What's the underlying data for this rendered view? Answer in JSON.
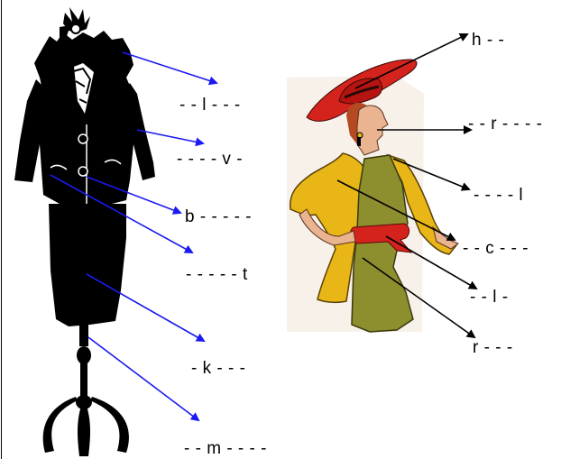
{
  "colors": {
    "suit_arrows": "#1a1af0",
    "woman_arrows": "#000000",
    "hat_red": "#d4221c",
    "coat_yellow": "#e8b717",
    "dress_green": "#8d8e2e",
    "skin": "#e9b48f"
  },
  "suit_labels": [
    {
      "id": "fur",
      "text": "- - l - - -"
    },
    {
      "id": "sleeve",
      "text": "- - - - v -"
    },
    {
      "id": "button",
      "text": "b - - - - -"
    },
    {
      "id": "pocket",
      "text": "- - - - - t"
    },
    {
      "id": "skirt",
      "text": "- k - - -"
    },
    {
      "id": "stand",
      "text": "- - m - - - -"
    }
  ],
  "woman_labels": [
    {
      "id": "hat",
      "text": "h - -"
    },
    {
      "id": "earring",
      "text": "- - r - - - -"
    },
    {
      "id": "collar",
      "text": "- - - - l"
    },
    {
      "id": "coat",
      "text": "- - c - - -"
    },
    {
      "id": "belt",
      "text": "- - l -"
    },
    {
      "id": "dress",
      "text": "r - - -"
    }
  ]
}
